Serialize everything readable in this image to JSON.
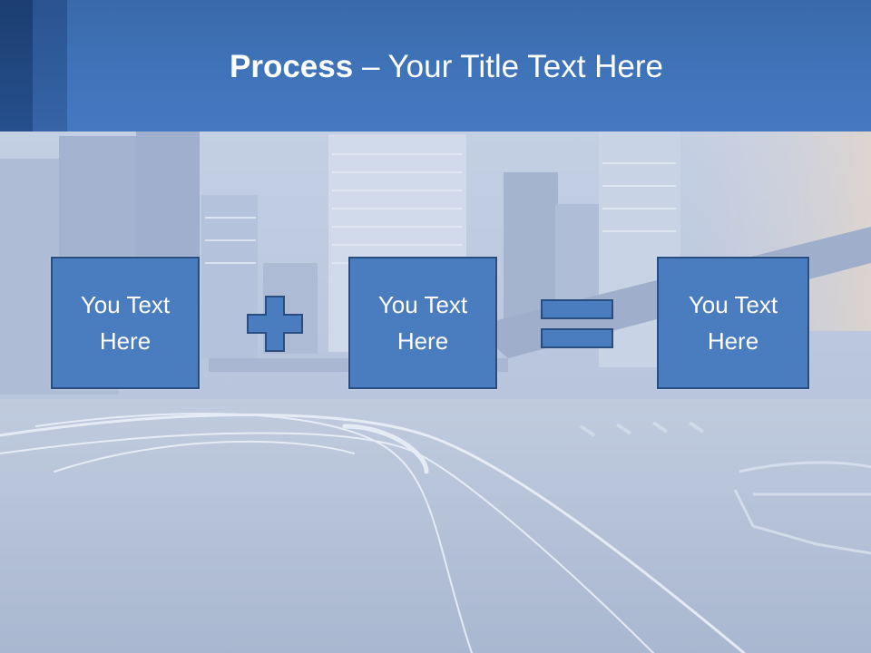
{
  "slide": {
    "title_bold": "Process",
    "title_rest": " – Your Title Text Here"
  },
  "process": {
    "boxes": [
      {
        "text": "You Text Here"
      },
      {
        "text": "You Text Here"
      },
      {
        "text": "You Text Here"
      }
    ],
    "operators": [
      "plus-icon",
      "equals-icon"
    ]
  },
  "colors": {
    "header": "#4478c0",
    "box_fill": "#4a7cc0",
    "box_border": "#2a4d80",
    "title_text": "#ffffff"
  }
}
